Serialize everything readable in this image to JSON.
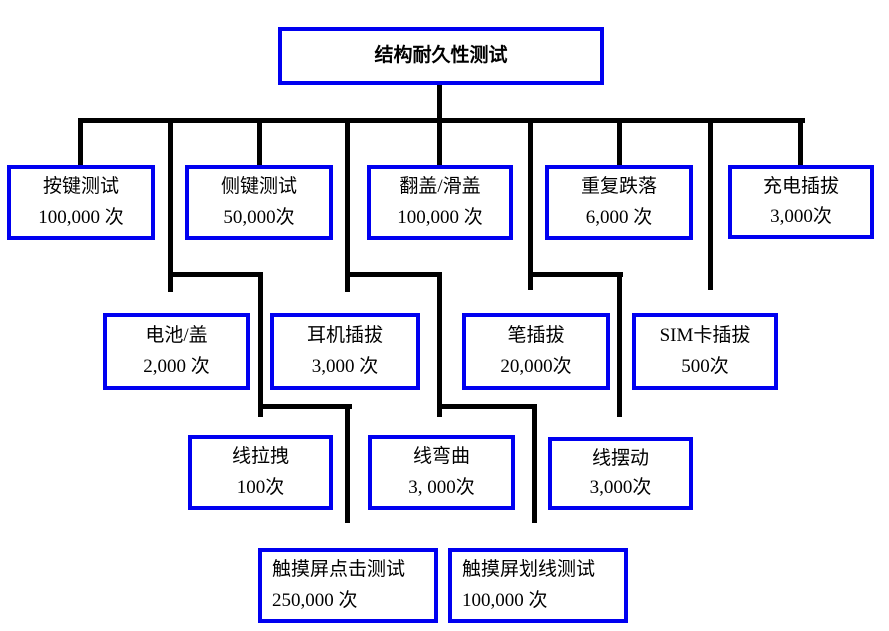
{
  "diagram_title": "结构耐久性测试",
  "colors": {
    "box_border": "#0000f0",
    "connector": "#000000",
    "text": "#000000",
    "background": "#ffffff"
  },
  "root": {
    "label": "结构耐久性测试"
  },
  "nodes": [
    {
      "name": "按键测试",
      "count": "100,000 次"
    },
    {
      "name": "侧键测试",
      "count": "50,000次"
    },
    {
      "name": "翻盖/滑盖",
      "count": "100,000 次"
    },
    {
      "name": "重复跌落",
      "count": "6,000 次"
    },
    {
      "name": "充电插拔",
      "count": "3,000次"
    },
    {
      "name": "电池/盖",
      "count": "2,000 次"
    },
    {
      "name": "耳机插拔",
      "count": "3,000 次"
    },
    {
      "name": "笔插拔",
      "count": "20,000次"
    },
    {
      "name": "SIM卡插拔",
      "count": "500次"
    },
    {
      "name": "线拉拽",
      "count": "100次"
    },
    {
      "name": "线弯曲",
      "count": "3, 000次"
    },
    {
      "name": "线摆动",
      "count": "3,000次"
    },
    {
      "name": "触摸屏点击测试",
      "count": "250,000 次"
    },
    {
      "name": "触摸屏划线测试",
      "count": "100,000 次"
    }
  ]
}
